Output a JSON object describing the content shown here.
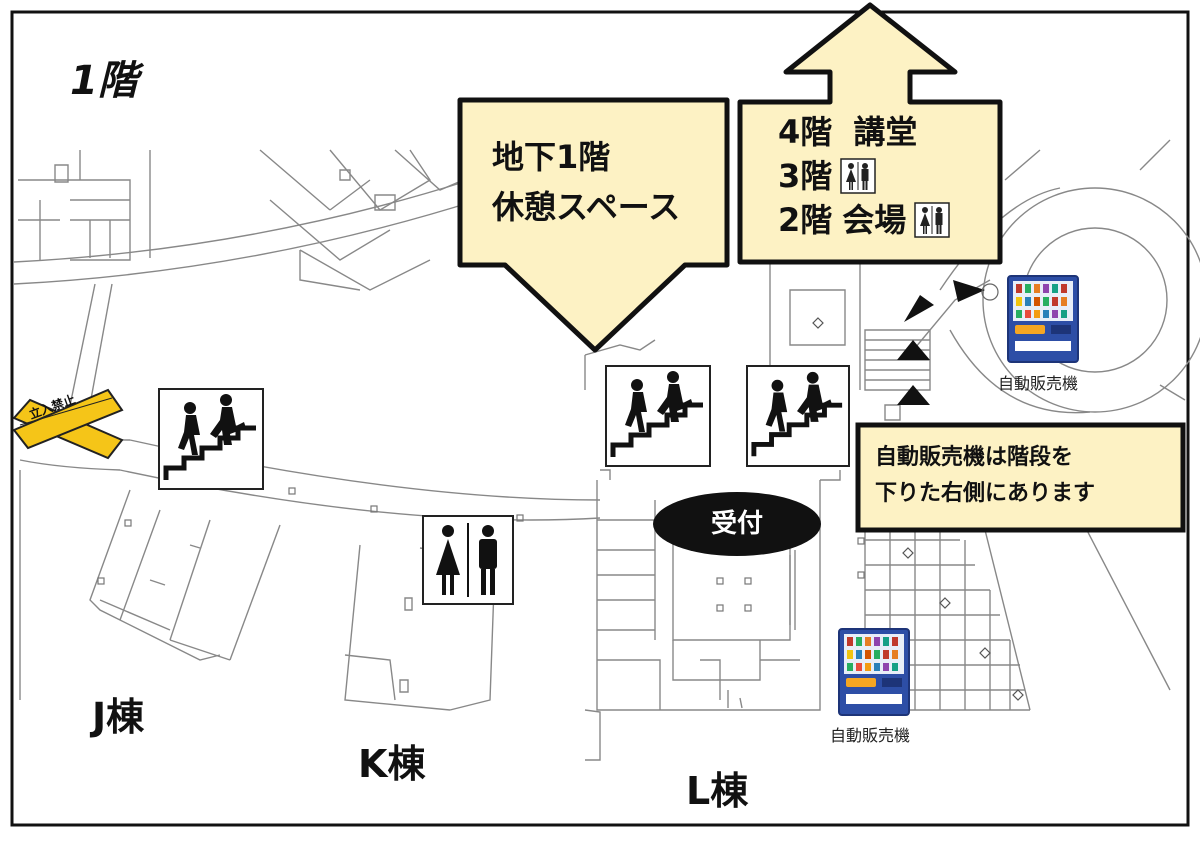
{
  "floor_title": "1階",
  "buildings": {
    "j": "J棟",
    "k": "K棟",
    "l": "L棟"
  },
  "down_sign": {
    "line1": "地下1階",
    "line2": "休憩スペース"
  },
  "up_sign": {
    "line1_floor": "4階",
    "line1_place": "講堂",
    "line2_floor": "3階",
    "line3_floor": "2階",
    "line3_place": "会場"
  },
  "reception_label": "受付",
  "vending_caption": "自動販売機",
  "vending_note": {
    "line1": "自動販売機は階段を",
    "line2": "下りた右側にあります"
  },
  "no_entry_tape": "立入禁止",
  "colors": {
    "sign_fill": "#fdf2c4",
    "tape_yellow": "#f5c518",
    "vending_blue": "#2d4ea6",
    "wall": "#777777"
  },
  "icons": [
    "stairs-icon",
    "restroom-icon",
    "vending-machine-icon",
    "no-entry-tape-icon",
    "arrow-marker-icon"
  ]
}
